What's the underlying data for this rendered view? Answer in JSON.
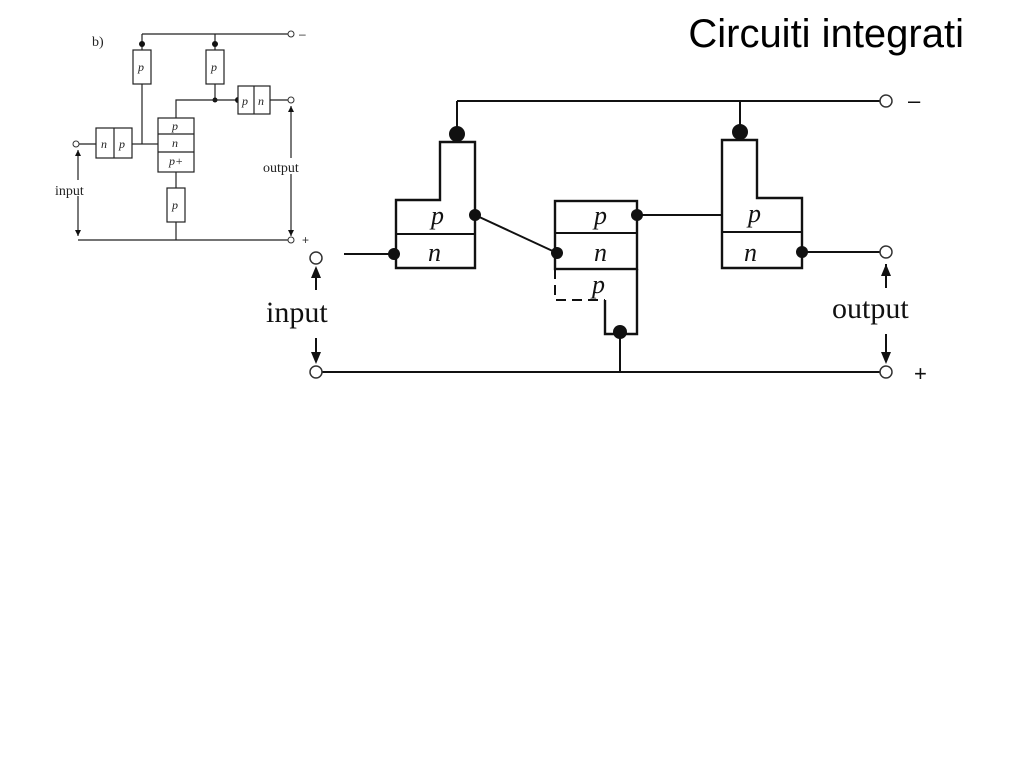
{
  "title": "Circuiti integrati",
  "small_diagram": {
    "panel_label": "b)",
    "minus": "–",
    "plus": "+",
    "input_label": "input",
    "output_label": "output",
    "p": "p",
    "n": "n",
    "p_plus": "p+"
  },
  "large_diagram": {
    "minus": "–",
    "plus": "+",
    "input_label": "input",
    "output_label": "output",
    "p": "p",
    "n": "n"
  }
}
